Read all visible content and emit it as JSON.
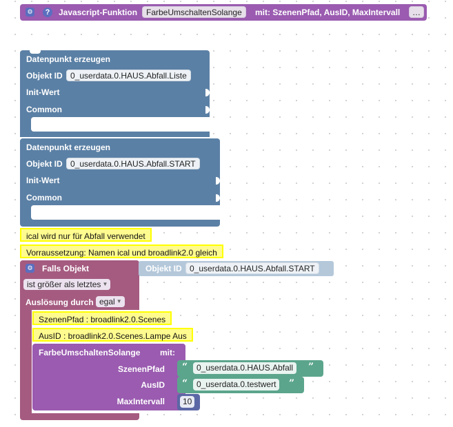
{
  "function_header": {
    "label": "Javascript-Funktion",
    "name": "FarbeUmschaltenSolange",
    "params_text": "mit: SzenenPfad, AusID, MaxIntervall",
    "more": "…"
  },
  "create_state_1": {
    "title": "Datenpunkt erzeugen",
    "object_id_label": "Objekt ID",
    "object_id_value": "0_userdata.0.HAUS.Abfall.Liste",
    "init_label": "Init-Wert",
    "common_label": "Common"
  },
  "create_state_2": {
    "title": "Datenpunkt erzeugen",
    "object_id_label": "Objekt ID",
    "object_id_value": "0_userdata.0.HAUS.Abfall.START",
    "init_label": "Init-Wert",
    "common_label": "Common"
  },
  "comments": [
    "ical wird nur für Abfall verwendet",
    "Vorraussetzung: Namen ical und broadlink2.0 gleich"
  ],
  "trigger": {
    "title": "Falls Objekt",
    "object_id_label": "Objekt ID",
    "object_id_value": "0_userdata.0.HAUS.Abfall.START",
    "condition": "ist größer als letztes",
    "trigger_label": "Auslösung durch",
    "trigger_value": "egal",
    "inner_comments": [
      "SzenenPfad : broadlink2.0.Scenes",
      "AusID : broadlink2.0.Scenes.Lampe Aus"
    ]
  },
  "call": {
    "name": "FarbeUmschaltenSolange",
    "mit": "mit:",
    "params": [
      {
        "label": "SzenenPfad",
        "value": "0_userdata.0.HAUS.Abfall"
      },
      {
        "label": "AusID",
        "value": "0_userdata.0.testwert"
      },
      {
        "label": "MaxIntervall",
        "value": "10"
      }
    ]
  },
  "colors": {
    "function_purple": "#9a5bb0",
    "state_blue": "#5b80a5",
    "trigger_purple": "#a55b80",
    "text_green": "#5ba58c",
    "number_blue": "#5b67a5",
    "comment_yellow": "#ffff00"
  },
  "icons": {
    "gear": "gear-icon",
    "help": "help-icon"
  }
}
